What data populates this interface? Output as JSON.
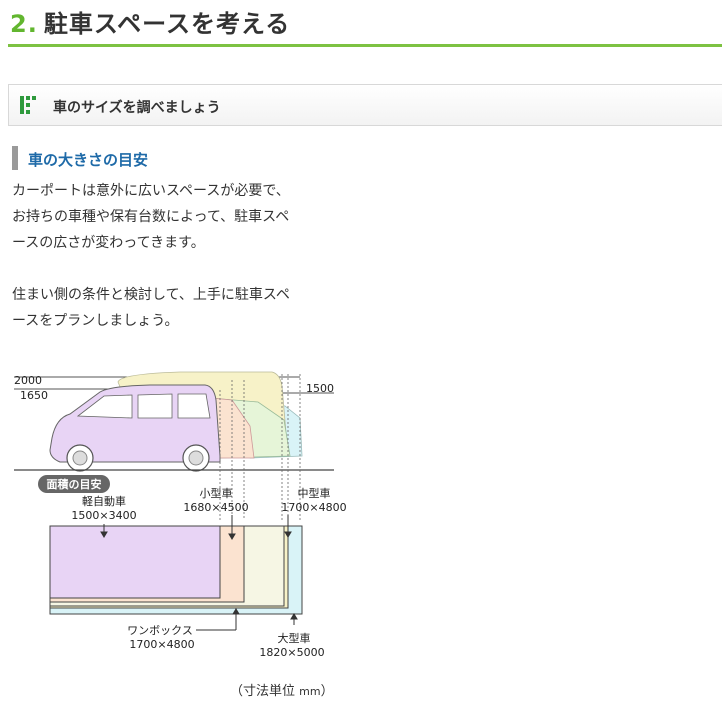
{
  "page": {
    "title_number": "2.",
    "title": "駐車スペースを考える"
  },
  "subsection": {
    "title": "車のサイズを調べましょう"
  },
  "section": {
    "title": "車の大きさの目安",
    "paragraph1": [
      "カーポートは意外に広いスペースが必要で、",
      "お持ちの車種や保有台数によって、駐車スペ",
      "ースの広さが変わってきます。"
    ],
    "paragraph2": [
      "住まい側の条件と検討して、上手に駐車スペ",
      "ースをプランしましょう。"
    ]
  },
  "diagram": {
    "heights": {
      "h2000": "2000",
      "h1650": "1650",
      "h1500": "1500"
    },
    "area_badge": "面積の目安",
    "cars": [
      {
        "name": "軽自動車",
        "size": "1500×3400"
      },
      {
        "name": "小型車",
        "size": "1680×4500"
      },
      {
        "name": "中型車",
        "size": "1700×4800"
      },
      {
        "name": "ワンボックス",
        "size": "1700×4800"
      },
      {
        "name": "大型車",
        "size": "1820×5000"
      }
    ],
    "caption_prefix": "（寸法単位",
    "caption_unit": "mm",
    "caption_suffix": "）",
    "colors": {
      "kei": "#e8d4f5",
      "small": "#fbe3d0",
      "medium": "#e3f3fa",
      "onebox": "#f7f2c8",
      "large": "#d9f3f7"
    }
  }
}
